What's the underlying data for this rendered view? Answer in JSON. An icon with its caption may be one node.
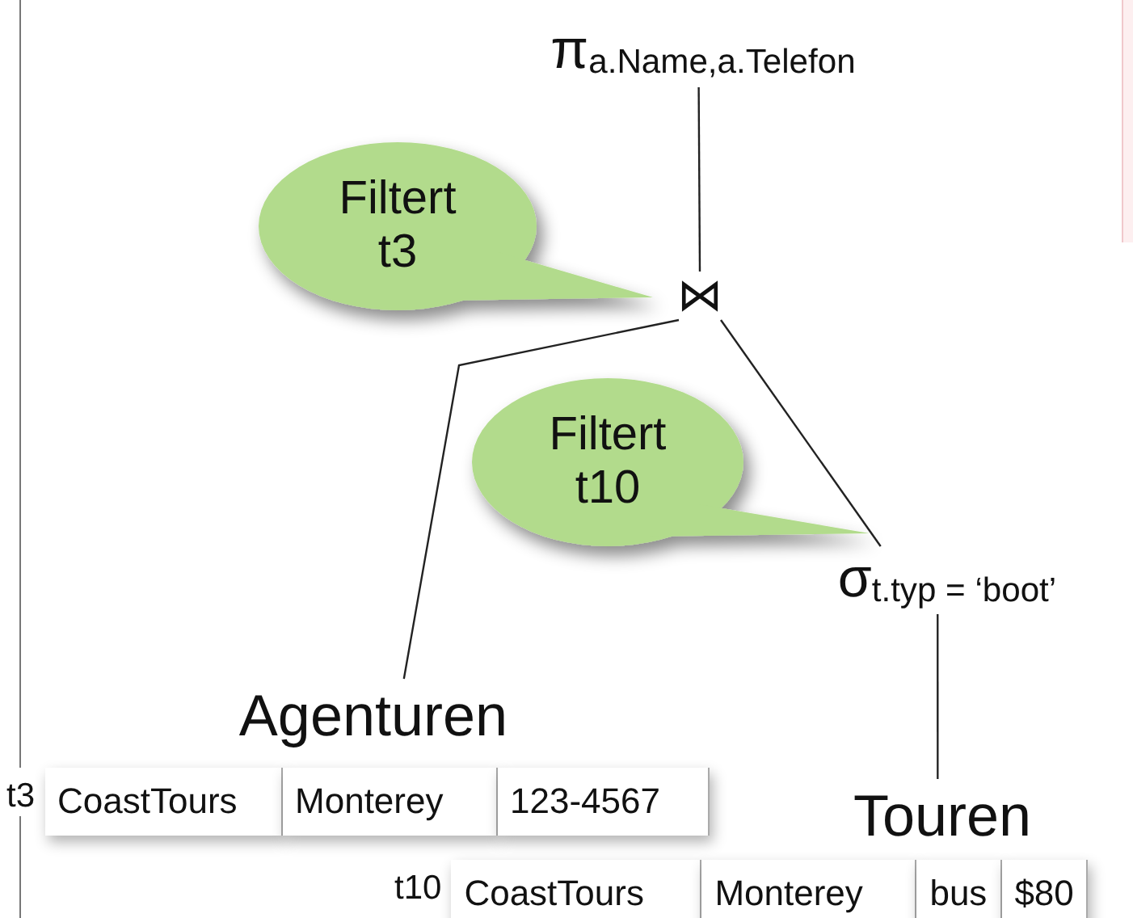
{
  "diagram": {
    "nodes": [
      {
        "text": [
          "π$_{a.Name,a.Telefon}$"
        ]
      },
      {
        "text": [
          "⋈"
        ]
      },
      {
        "text": [
          "σ$_{t.typ = ‘boot’}$"
        ]
      },
      {
        "text": [
          "Agenturen"
        ]
      },
      {
        "text": [
          "Touren"
        ]
      },
      {
        "text": [
          "Filtert t3"
        ]
      },
      {
        "text": [
          "Filtert t10"
        ]
      }
    ],
    "edges": [
      {
        "from": 0,
        "to": 1,
        "arrow": "none"
      },
      {
        "from": 1,
        "to": 3,
        "arrow": "none"
      },
      {
        "from": 1,
        "to": 2,
        "arrow": "none"
      },
      {
        "from": 2,
        "to": 4,
        "arrow": "none"
      }
    ],
    "labels": [
      "t3",
      "CoastTours",
      "Monterey",
      "123-4567",
      "t10",
      "CoastTours",
      "Monterey",
      "bus",
      "$80"
    ]
  }
}
